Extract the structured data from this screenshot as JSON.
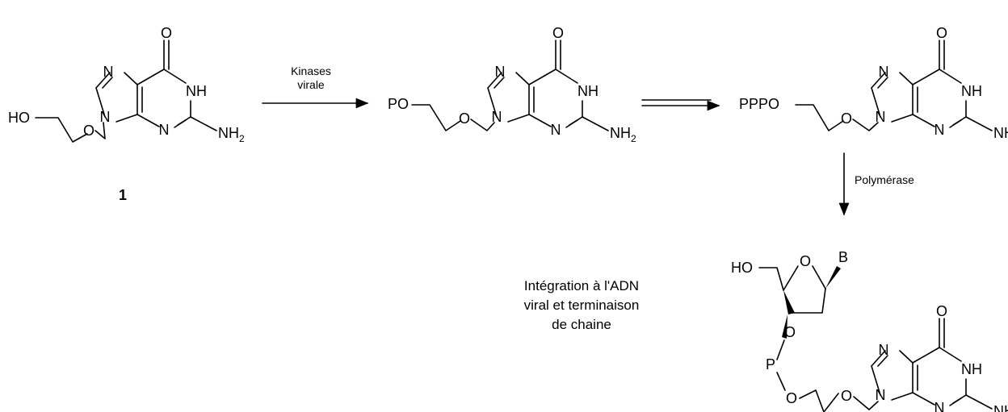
{
  "atoms": {
    "O": "O",
    "N": "N",
    "NH": "NH",
    "NH2_main": "NH",
    "NH2_sub": "2",
    "HO": "HO",
    "PO": "PO",
    "PPPO": "PPPO",
    "P": "P",
    "B": "B"
  },
  "compound_number": "1",
  "reactions": {
    "step1_label_line1": "Kinases",
    "step1_label_line2": "virale",
    "step3_label": "Polymérase"
  },
  "note": {
    "line1": "Intégration à l'ADN",
    "line2": "viral et terminaison",
    "line3": "de chaine"
  }
}
